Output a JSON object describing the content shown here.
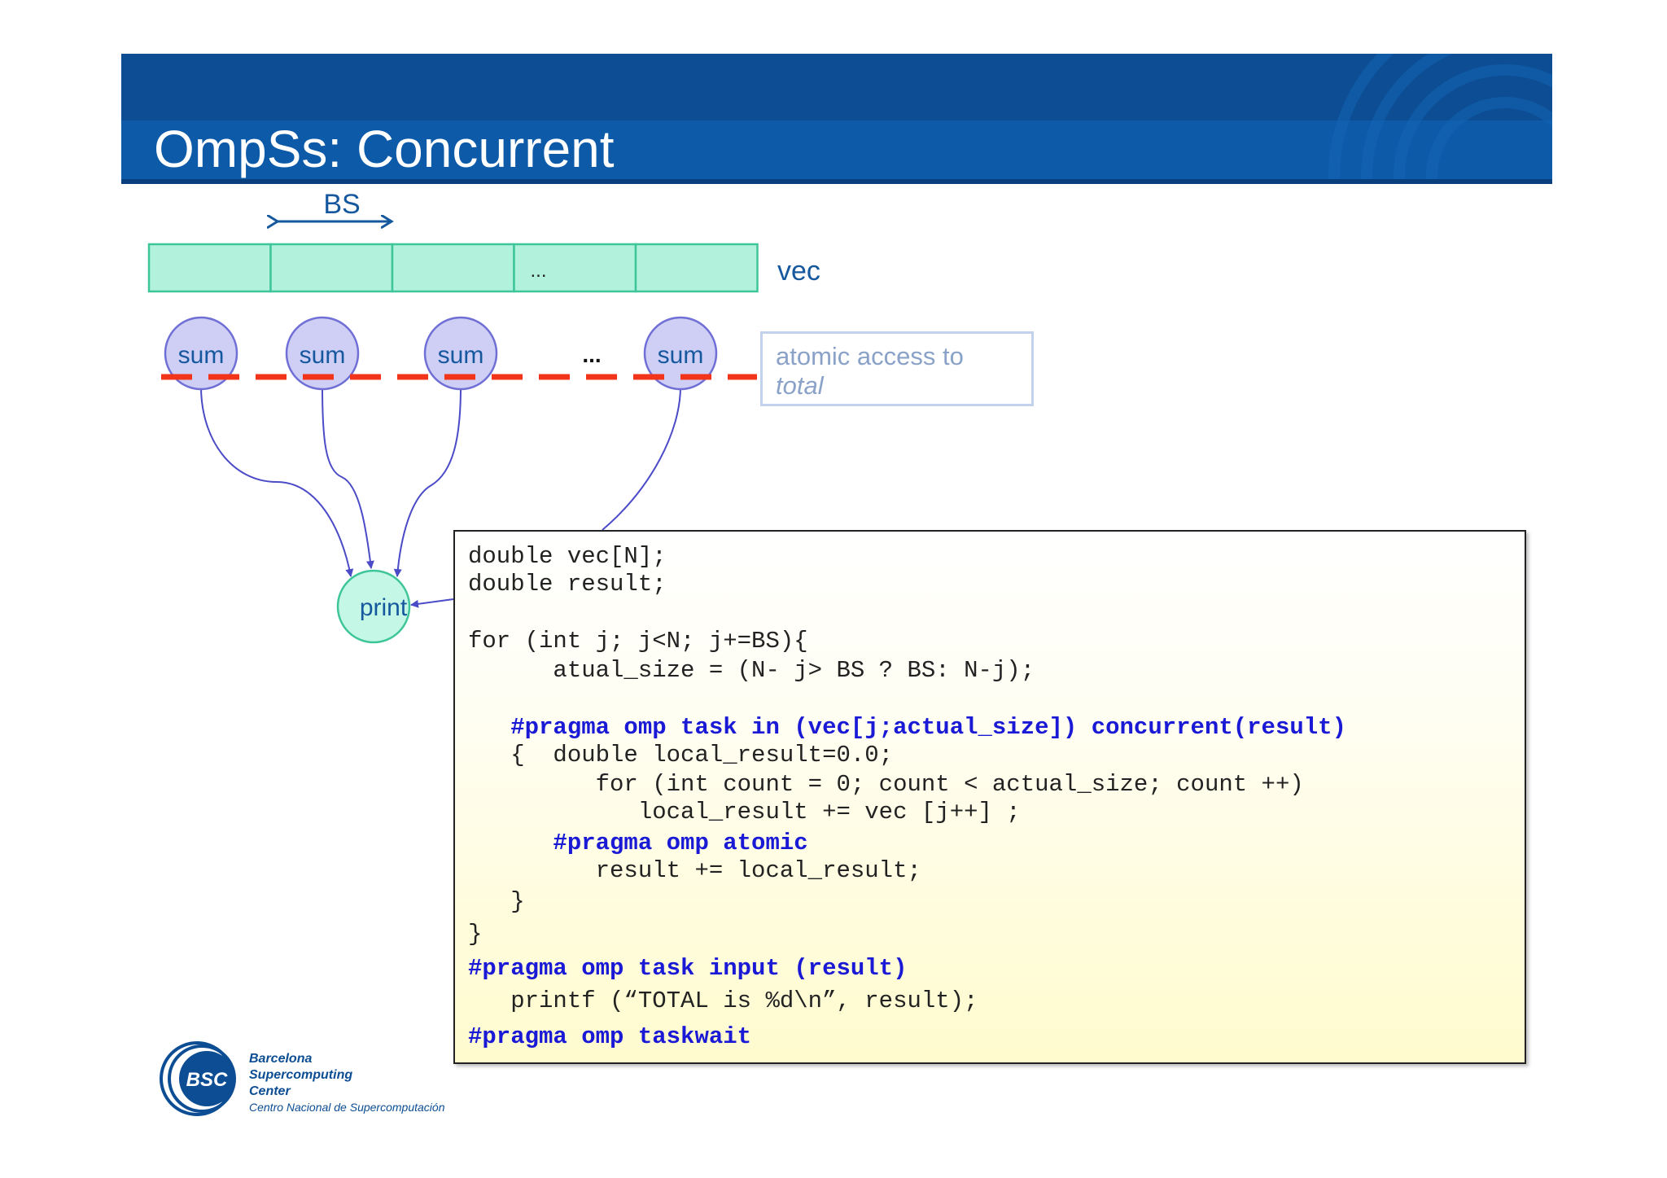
{
  "slide": {
    "title": "OmpSs: Concurrent"
  },
  "diagram": {
    "bs_label": "BS",
    "vec_label": "vec",
    "vec_cells": [
      "",
      "",
      "",
      "...",
      ""
    ],
    "task_nodes": [
      "sum",
      "sum",
      "sum",
      "sum"
    ],
    "task_ellipsis": "...",
    "print_node": "print",
    "callout": {
      "line1": "atomic access to",
      "line2": "total"
    },
    "colors": {
      "vec_fill": "#b2f2dc",
      "vec_stroke": "#3ec69a",
      "sum_fill": "#cfcff5",
      "sum_stroke": "#6f6fd6",
      "print_fill": "#c4f7e6",
      "print_stroke": "#3ec69a",
      "dashed_line": "#f2341b",
      "arrow": "#4b4bc8",
      "label": "#16589e"
    }
  },
  "code": {
    "lines": [
      {
        "text": "double vec[N];",
        "bold": false
      },
      {
        "text": "double result;",
        "bold": false
      },
      {
        "text": "for (int j; j<N; j+=BS){",
        "bold": false
      },
      {
        "text": "      atual_size = (N- j> BS ? BS: N-j);",
        "bold": false
      },
      {
        "text": "   #pragma omp task in (vec[j;actual_size]) concurrent(result)",
        "bold": true
      },
      {
        "text": "   {  double local_result=0.0;",
        "bold": false
      },
      {
        "text": "         for (int count = 0; count < actual_size; count ++)",
        "bold": false
      },
      {
        "text": "            local_result += vec [j++] ;",
        "bold": false
      },
      {
        "text": "      #pragma omp atomic",
        "bold": true
      },
      {
        "text": "         result += local_result;",
        "bold": false
      },
      {
        "text": "   }",
        "bold": false
      },
      {
        "text": "}",
        "bold": false
      },
      {
        "text": "#pragma omp task input (result)",
        "bold": true
      },
      {
        "text": "   printf (“TOTAL is %d\\n”, result);",
        "bold": false
      },
      {
        "text": "#pragma omp taskwait",
        "bold": true
      }
    ]
  },
  "logo": {
    "badge": "BSC",
    "line1": "Barcelona",
    "line2": "Supercomputing",
    "line3": "Center",
    "subtitle": "Centro Nacional de Supercomputación"
  }
}
